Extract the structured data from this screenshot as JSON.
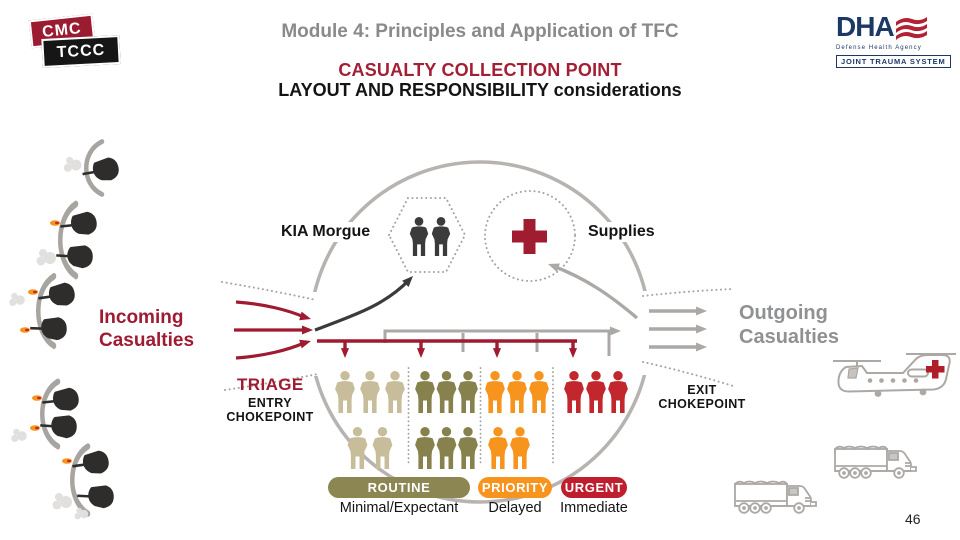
{
  "slide": {
    "module_title": "Module 4: Principles and Application of TFC",
    "title_line1": "CASUALTY COLLECTION POINT",
    "title_line2": "LAYOUT AND RESPONSIBILITY considerations",
    "page_number": "46"
  },
  "logos": {
    "cmc_top": "CMC",
    "cmc_bottom": "TCCC",
    "dha_acronym": "DHA",
    "dha_subtitle": "Defense Health Agency",
    "dha_banner": "JOINT TRAUMA SYSTEM"
  },
  "diagram": {
    "kia_label": "KIA Morgue",
    "supplies_label": "Supplies",
    "incoming": {
      "line1": "Incoming",
      "line2": "Casualties"
    },
    "outgoing": {
      "line1": "Outgoing",
      "line2": "Casualties"
    },
    "triage_label": "TRIAGE",
    "entry_chokepoint": {
      "line1": "ENTRY",
      "line2": "CHOKEPOINT"
    },
    "exit_chokepoint": {
      "line1": "EXIT",
      "line2": "CHOKEPOINT"
    },
    "legend": [
      {
        "label": "ROUTINE",
        "sublabel": "Minimal/Expectant",
        "color": "#8C8653"
      },
      {
        "label": "PRIORITY",
        "sublabel": "Delayed",
        "color": "#F7941E"
      },
      {
        "label": "URGENT",
        "sublabel": "Immediate",
        "color": "#BE1E2D"
      }
    ],
    "figure_groups": [
      {
        "name": "minimal-expectant-light",
        "color": "#C8BD9B",
        "rows": [
          3,
          2
        ]
      },
      {
        "name": "minimal-expectant-dark",
        "color": "#87814E",
        "rows": [
          3,
          3
        ]
      },
      {
        "name": "delayed",
        "color": "#F7941E",
        "rows": [
          3,
          2
        ]
      },
      {
        "name": "immediate",
        "color": "#C1272D",
        "rows": [
          3,
          0
        ]
      }
    ],
    "kia_figure_count": 2,
    "icons": {
      "supplies": "medical-cross-icon",
      "kia": "casualty-figures-icon",
      "security": "soldier-firing-icon",
      "air_evac": "medevac-helicopter-icon",
      "ground_evac": "cargo-truck-icon"
    }
  },
  "colors": {
    "accent_red": "#9E1B32",
    "title_red": "#A21F35",
    "urgent_red": "#C1272D",
    "orange": "#F7941E",
    "olive": "#87814E",
    "tan": "#C8BD9B",
    "line_gray": "#ACA8A5",
    "text_gray": "#8A8A8D",
    "navy": "#1C3966"
  }
}
